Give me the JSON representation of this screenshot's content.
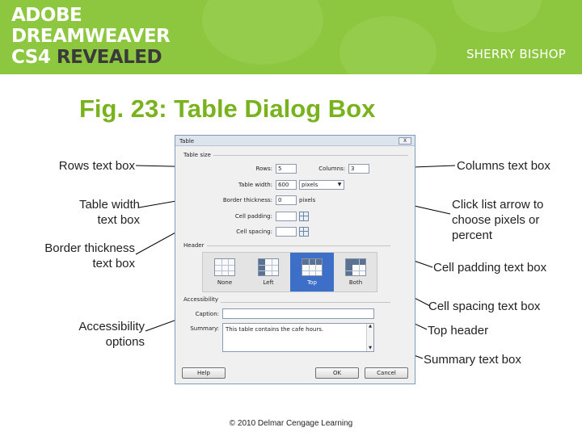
{
  "banner": {
    "title_line1": "ADOBE",
    "title_line2": "DREAMWEAVER",
    "title_line3_prefix": "CS4 ",
    "title_line3_suffix": "REVEALED",
    "author": "SHERRY BISHOP",
    "bg_color": "#8dc63f"
  },
  "figure_title": "Fig. 23: Table Dialog Box",
  "title_color": "#78b31e",
  "annotations": {
    "rows": "Rows text box",
    "table_width_1": "Table width",
    "table_width_2": "text box",
    "border_1": "Border thickness",
    "border_2": "text box",
    "accessibility_1": "Accessibility",
    "accessibility_2": "options",
    "columns": "Columns text box",
    "click_list_1": "Click list arrow to",
    "click_list_2": "choose pixels or",
    "click_list_3": "percent",
    "cell_padding": "Cell padding text box",
    "cell_spacing": "Cell spacing text box",
    "top_header": "Top header",
    "summary": "Summary text box"
  },
  "dialog": {
    "title": "Table",
    "close_label": "X",
    "table_size_label": "Table size",
    "rows_label": "Rows:",
    "rows_value": "5",
    "columns_label": "Columns:",
    "columns_value": "3",
    "width_label": "Table width:",
    "width_value": "600",
    "width_unit": "pixels",
    "border_label": "Border thickness:",
    "border_value": "0",
    "border_unit": "pixels",
    "padding_label": "Cell padding:",
    "padding_value": "",
    "spacing_label": "Cell spacing:",
    "spacing_value": "",
    "header_label": "Header",
    "header_options": [
      "None",
      "Left",
      "Top",
      "Both"
    ],
    "header_selected": "Top",
    "accessibility_label": "Accessibility",
    "caption_label": "Caption:",
    "caption_value": "",
    "summary_label": "Summary:",
    "summary_value": "This table contains the cafe hours.",
    "help_label": "Help",
    "ok_label": "OK",
    "cancel_label": "Cancel",
    "selected_color": "#3d6fc9"
  },
  "footer": "© 2010 Delmar Cengage Learning"
}
